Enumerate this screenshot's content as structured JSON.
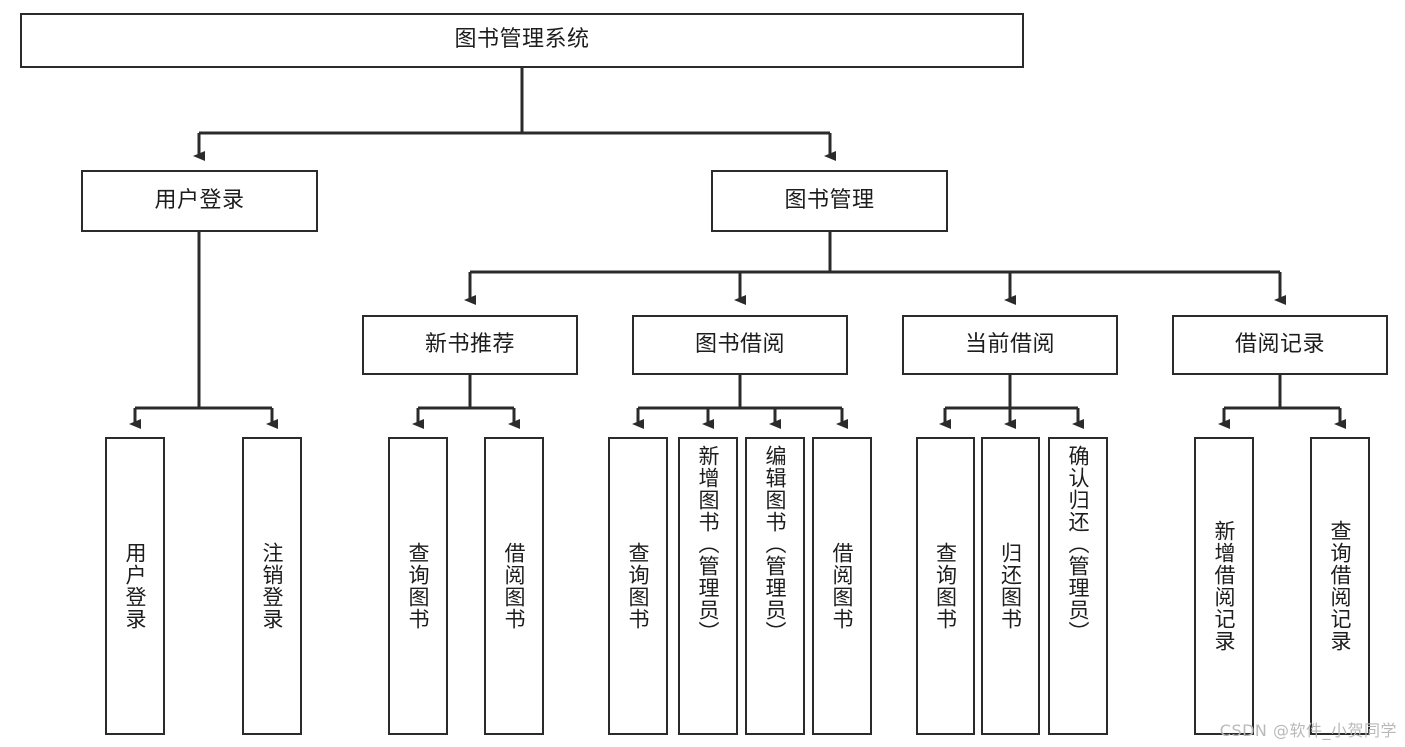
{
  "diagram": {
    "title": "图书管理系统",
    "type": "tree",
    "watermark": "CSDN @软件_小贺同学",
    "colors": {
      "box_border": "#2b2b2b",
      "box_fill": "#ffffff",
      "edge": "#2b2b2b",
      "text": "#1d1d1d",
      "watermark": "#b9b9b9"
    },
    "root": {
      "label": "图书管理系统"
    },
    "level2": [
      {
        "label": "用户登录"
      },
      {
        "label": "图书管理"
      }
    ],
    "level3": [
      {
        "label": "新书推荐"
      },
      {
        "label": "图书借阅"
      },
      {
        "label": "当前借阅"
      },
      {
        "label": "借阅记录"
      }
    ],
    "leaves": {
      "user_login": [
        {
          "label": "用户登录"
        },
        {
          "label": "注销登录"
        }
      ],
      "new_book": [
        {
          "label": "查询图书"
        },
        {
          "label": "借阅图书"
        }
      ],
      "borrow_book": [
        {
          "label": "查询图书"
        },
        {
          "label": "新增图书（管理员）"
        },
        {
          "label": "编辑图书（管理员）"
        },
        {
          "label": "借阅图书"
        }
      ],
      "current_borrow": [
        {
          "label": "查询图书"
        },
        {
          "label": "归还图书"
        },
        {
          "label": "确认归还（管理员）"
        }
      ],
      "borrow_record": [
        {
          "label": "新增借阅记录"
        },
        {
          "label": "查询借阅记录"
        }
      ]
    }
  }
}
